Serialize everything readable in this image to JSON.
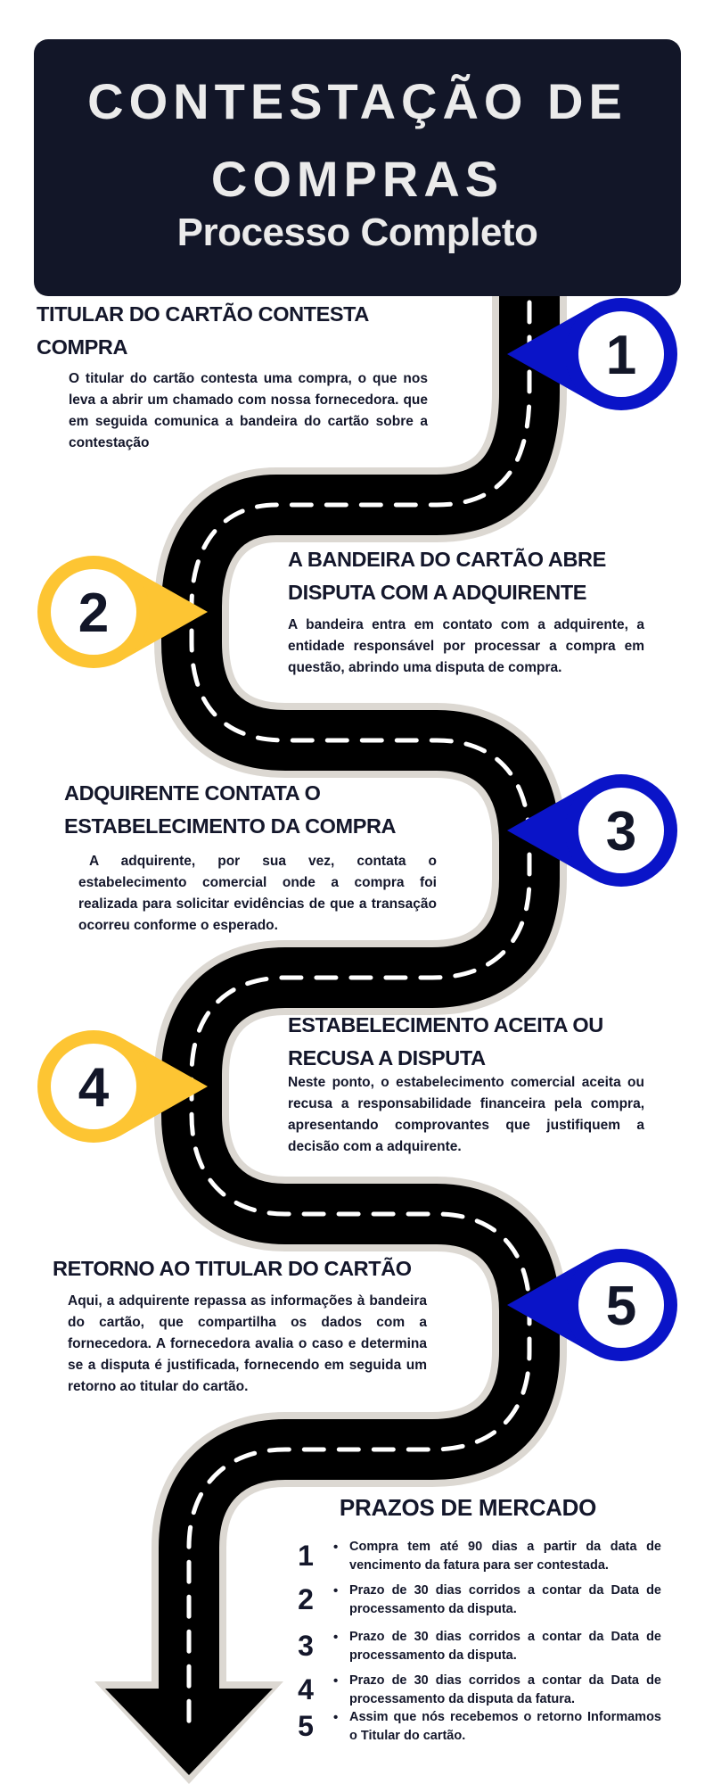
{
  "header": {
    "title_line1": "CONTESTAÇÃO DE",
    "title_line2": "COMPRAS",
    "subtitle": "Processo Completo"
  },
  "colors": {
    "blue": "#0a14c8",
    "yellow": "#fdc533",
    "dark": "#121628",
    "road": "#000000",
    "road_edge": "#dcd8d2"
  },
  "steps": [
    {
      "number": "1",
      "color": "blue",
      "title": "TITULAR DO CARTÃO CONTESTA COMPRA",
      "body": "O titular do cartão contesta uma compra, o que nos leva a abrir um chamado com nossa fornecedora. que em seguida comunica a bandeira do cartão sobre a contestação"
    },
    {
      "number": "2",
      "color": "yellow",
      "title": "A BANDEIRA DO CARTÃO ABRE DISPUTA COM A ADQUIRENTE",
      "body": "A bandeira entra em contato com a adquirente, a entidade responsável por processar a compra em questão, abrindo uma disputa de compra."
    },
    {
      "number": "3",
      "color": "blue",
      "title": "ADQUIRENTE CONTATA O ESTABELECIMENTO DA COMPRA",
      "body": "A adquirente, por sua vez, contata o estabelecimento comercial onde a compra foi realizada para solicitar evidências de que a transação ocorreu conforme o esperado."
    },
    {
      "number": "4",
      "color": "yellow",
      "title": "ESTABELECIMENTO ACEITA OU RECUSA A DISPUTA",
      "body": "Neste ponto, o estabelecimento comercial aceita ou recusa a responsabilidade financeira pela compra, apresentando comprovantes que justifiquem a decisão com a adquirente."
    },
    {
      "number": "5",
      "color": "blue",
      "title": "RETORNO AO TITULAR DO CARTÃO",
      "body": "Aqui, a adquirente repassa as informações à bandeira do cartão, que compartilha os dados com a fornecedora. A fornecedora avalia o caso e determina se a disputa é justificada, fornecendo em seguida um retorno ao titular do cartão."
    }
  ],
  "prazos": {
    "title": "PRAZOS DE MERCADO",
    "bullet": "•",
    "items": [
      {
        "number": "1",
        "text": "Compra tem até 90 dias a partir da data de vencimento da fatura para ser contestada."
      },
      {
        "number": "2",
        "text": "Prazo de 30 dias corridos a contar da Data de processamento da disputa."
      },
      {
        "number": "3",
        "text": "Prazo de 30 dias corridos a contar da Data de processamento da disputa."
      },
      {
        "number": "4",
        "text": "Prazo de 30 dias corridos a contar da Data de processamento da disputa da fatura."
      },
      {
        "number": "5",
        "text": "Assim que nós recebemos o retorno Informamos o Titular do cartão."
      }
    ]
  }
}
